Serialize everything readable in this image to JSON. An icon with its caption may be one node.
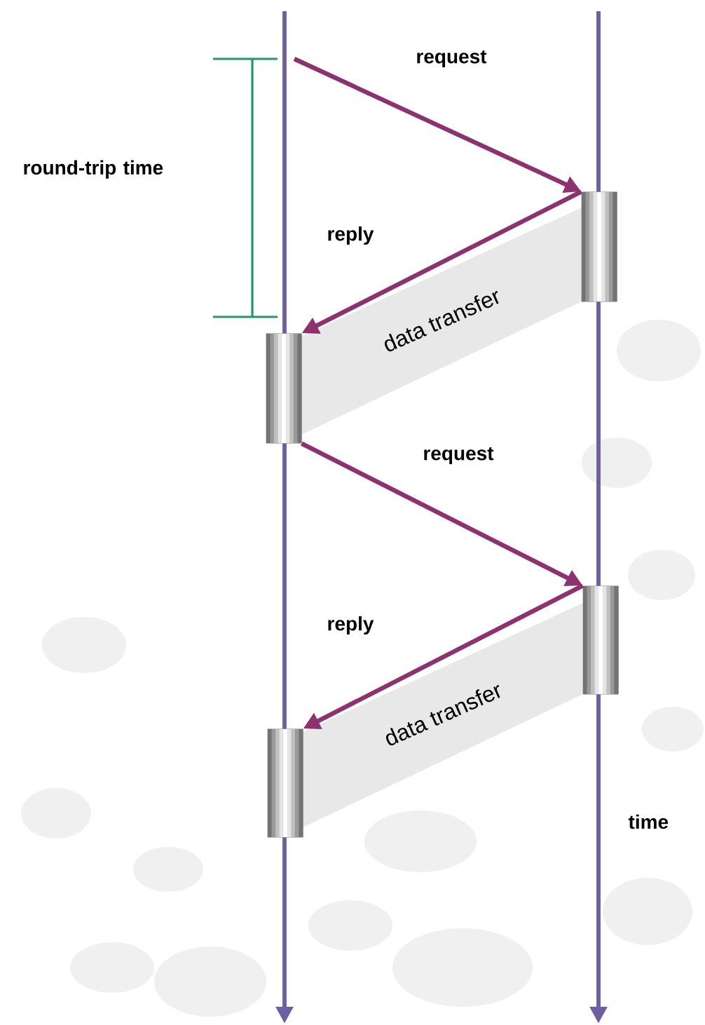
{
  "diagram": {
    "nodes": [
      {
        "text": [],
        "shape": "bar"
      },
      {
        "text": [
          "data transfer"
        ]
      },
      {
        "text": [],
        "shape": "bar"
      },
      {
        "text": [],
        "shape": "bar"
      },
      {
        "text": [
          "data transfer"
        ]
      },
      {
        "text": [],
        "shape": "bar"
      }
    ],
    "edges": [
      {
        "from": null,
        "to": 0,
        "arrow": "to",
        "label": "request"
      },
      {
        "from": 0,
        "to": 2,
        "arrow": "to",
        "label": "reply"
      },
      {
        "from": 2,
        "to": 3,
        "arrow": "to",
        "label": "request"
      },
      {
        "from": 3,
        "to": 5,
        "arrow": "to",
        "label": "reply"
      }
    ],
    "labels": [
      "round-trip time",
      "time"
    ]
  }
}
